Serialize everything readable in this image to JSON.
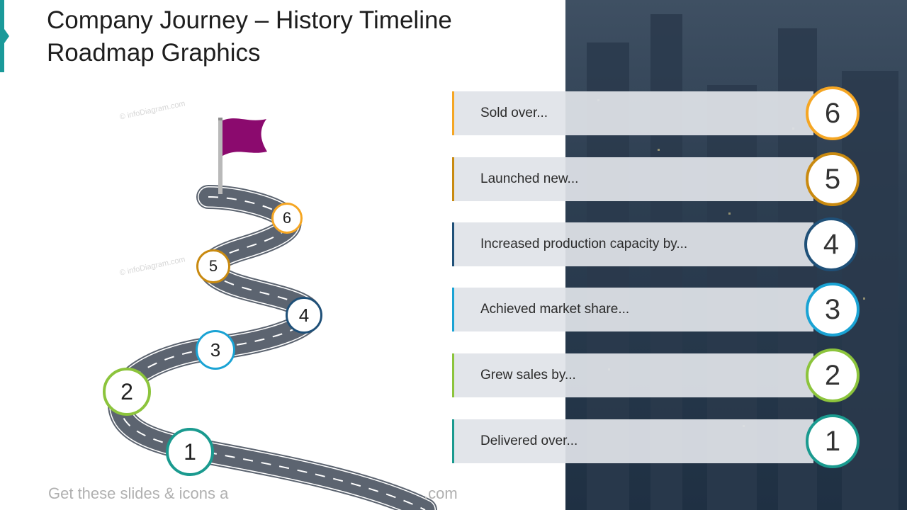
{
  "title": "Company Journey – History Timeline Roadmap Graphics",
  "footer": {
    "left_text": "Get these slides & icons a",
    "right_text": ".com"
  },
  "watermark": "© infoDiagram.com",
  "colors": {
    "accent": "#1a9a9a",
    "flag": "#8b0a6e",
    "road": "#5c6470",
    "step_1": "#1a9a8f",
    "step_2": "#8cc43c",
    "step_3": "#1aa3d4",
    "step_4": "#1f5078",
    "step_5": "#c98a10",
    "step_6": "#f5a623"
  },
  "icons": [
    "flag-icon",
    "road-icon"
  ],
  "milestones": [
    {
      "number": "6",
      "text": "Sold over..."
    },
    {
      "number": "5",
      "text": "Launched new..."
    },
    {
      "number": "4",
      "text": "Increased production capacity by..."
    },
    {
      "number": "3",
      "text": "Achieved market share..."
    },
    {
      "number": "2",
      "text": "Grew sales by..."
    },
    {
      "number": "1",
      "text": "Delivered over..."
    }
  ]
}
